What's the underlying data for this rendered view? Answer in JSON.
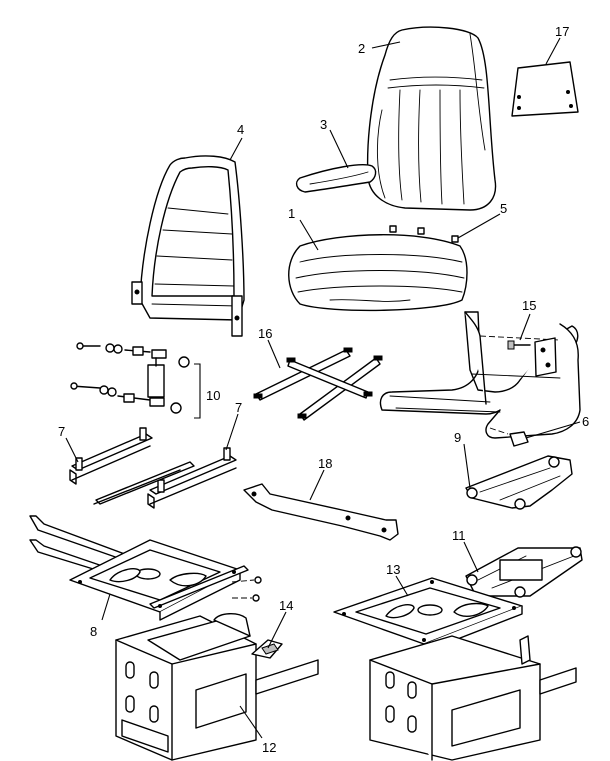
{
  "callouts": [
    {
      "label": "1"
    },
    {
      "label": "2"
    },
    {
      "label": "3"
    },
    {
      "label": "4"
    },
    {
      "label": "5"
    },
    {
      "label": "6"
    },
    {
      "label": "7"
    },
    {
      "label": "7"
    },
    {
      "label": "8"
    },
    {
      "label": "9"
    },
    {
      "label": "10"
    },
    {
      "label": "11"
    },
    {
      "label": "12"
    },
    {
      "label": "13"
    },
    {
      "label": "14"
    },
    {
      "label": "15"
    },
    {
      "label": "16"
    },
    {
      "label": "17"
    },
    {
      "label": "18"
    }
  ]
}
